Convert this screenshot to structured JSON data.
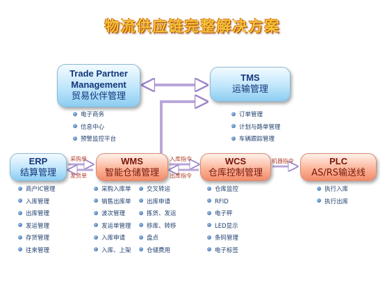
{
  "title": "物流供应链完整解决方案",
  "nodes": {
    "tpm": {
      "title_lines": [
        "Trade Partner",
        "Management"
      ],
      "subtitle": "贸易伙伴管理"
    },
    "tms": {
      "title": "TMS",
      "subtitle": "运输管理"
    },
    "erp": {
      "title": "ERP",
      "subtitle": "结算管理"
    },
    "wms": {
      "title": "WMS",
      "subtitle": "智能仓储管理"
    },
    "wcs": {
      "title": "WCS",
      "subtitle": "仓库控制管理"
    },
    "plc": {
      "title": "PLC",
      "subtitle": "AS/RS输送线"
    }
  },
  "lists": {
    "tpm": [
      "电子商务",
      "信息中心",
      "预警监控平台"
    ],
    "tms": [
      "订单管理",
      "计划与路单管理",
      "车辆跟踪管理"
    ],
    "erp": [
      "商户IC管理",
      "入库管理",
      "出库管理",
      "发运管理",
      "存货管理",
      "往来管理"
    ],
    "wms_col1": [
      "采购入库单",
      "销售出库单",
      "波次管理",
      "发运单管理",
      "入库申请",
      "入库、上架"
    ],
    "wms_col2": [
      "交叉转运",
      "出库申请",
      "拣货、发运",
      "移库、转移",
      "盘点",
      "仓储费用"
    ],
    "wcs": [
      "仓库监控",
      "RFID",
      "电子秤",
      "LED显示",
      "条码管理",
      "电子标签"
    ],
    "plc": [
      "执行入库",
      "执行出库"
    ]
  },
  "flow_labels": {
    "erp_to_wms": "采购单",
    "wms_to_erp": "发货单",
    "wms_to_wcs": "入库指令",
    "wcs_to_wms": "出库指令",
    "wcs_to_plc": "机器指令"
  },
  "colors": {
    "title": "#f3c43a",
    "connector": "#b9a6da",
    "label": "#b1402b",
    "list_text": "#1f3f6e"
  }
}
